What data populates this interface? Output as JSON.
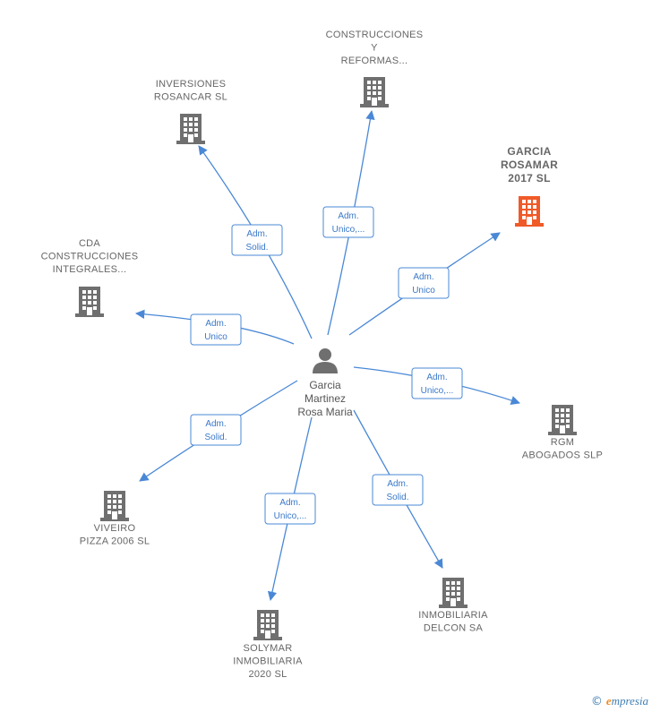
{
  "center": {
    "lines": [
      "Garcia",
      "Martinez",
      "Rosa Maria"
    ],
    "icon": "person-icon"
  },
  "colors": {
    "edge": "#4a88d6",
    "building": "#6f6f6f",
    "highlight": "#f05a28"
  },
  "nodes": [
    {
      "id": "construcciones-y-reformas",
      "lines": [
        "CONSTRUCCIONES",
        "Y",
        "REFORMAS..."
      ],
      "role": [
        "Adm.",
        "Unico,..."
      ],
      "highlight": false,
      "icon": "building-icon"
    },
    {
      "id": "inversiones-rosancar",
      "lines": [
        "INVERSIONES",
        "ROSANCAR SL"
      ],
      "role": [
        "Adm.",
        "Solid."
      ],
      "highlight": false,
      "icon": "building-icon"
    },
    {
      "id": "garcia-rosamar",
      "lines": [
        "GARCIA",
        "ROSAMAR",
        "2017  SL"
      ],
      "role": [
        "Adm.",
        "Unico"
      ],
      "highlight": true,
      "icon": "building-icon"
    },
    {
      "id": "cda-construcciones",
      "lines": [
        "CDA",
        "CONSTRUCCIONES",
        "INTEGRALES..."
      ],
      "role": [
        "Adm.",
        "Unico"
      ],
      "highlight": false,
      "icon": "building-icon"
    },
    {
      "id": "rgm-abogados",
      "lines": [
        "RGM",
        "ABOGADOS  SLP"
      ],
      "role": [
        "Adm.",
        "Unico,..."
      ],
      "highlight": false,
      "icon": "building-icon"
    },
    {
      "id": "viveiro-pizza",
      "lines": [
        "VIVEIRO",
        "PIZZA 2006  SL"
      ],
      "role": [
        "Adm.",
        "Solid."
      ],
      "highlight": false,
      "icon": "building-icon"
    },
    {
      "id": "inmobiliaria-delcon",
      "lines": [
        "INMOBILIARIA",
        "DELCON SA"
      ],
      "role": [
        "Adm.",
        "Solid."
      ],
      "highlight": false,
      "icon": "building-icon"
    },
    {
      "id": "solymar-inmobiliaria",
      "lines": [
        "SOLYMAR",
        "INMOBILIARIA",
        "2020  SL"
      ],
      "role": [
        "Adm.",
        "Unico,..."
      ],
      "highlight": false,
      "icon": "building-icon"
    }
  ],
  "footer": {
    "copyright": "©",
    "brand_initial": "e",
    "brand_rest": "mpresia"
  }
}
